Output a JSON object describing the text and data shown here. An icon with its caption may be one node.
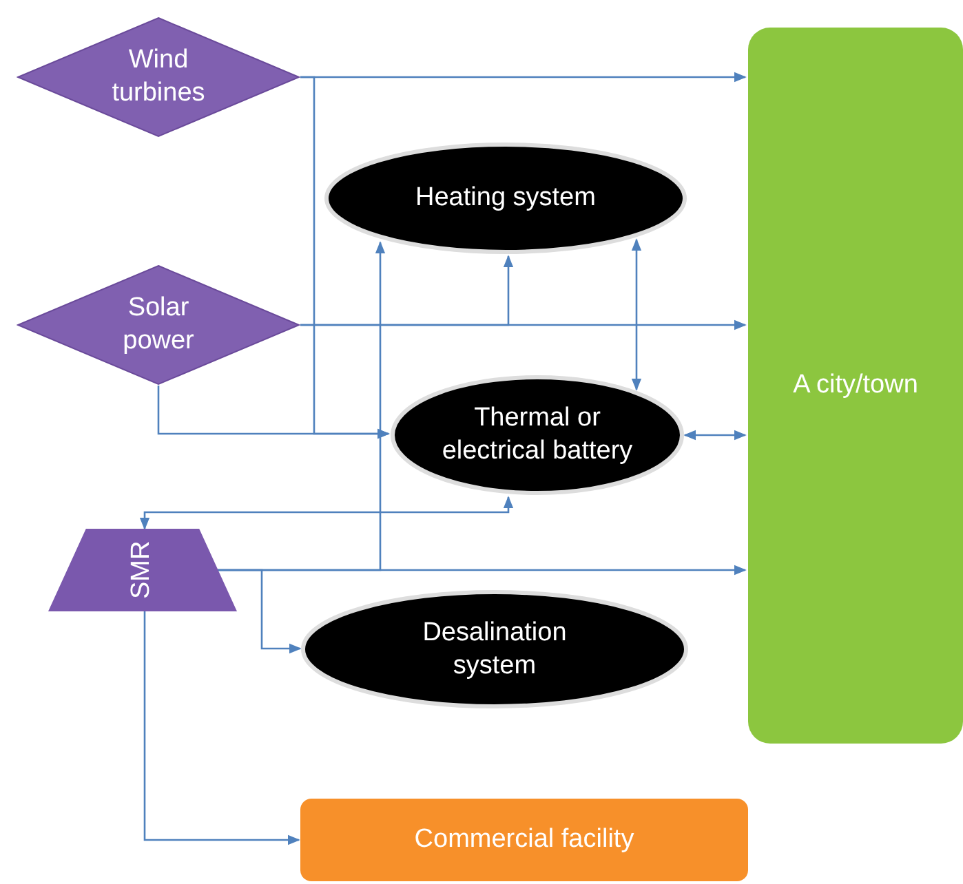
{
  "diagram": {
    "nodes": [
      {
        "text": [
          "Wind turbines"
        ]
      },
      {
        "text": [
          "Heating system"
        ]
      },
      {
        "text": [
          "Solar power"
        ]
      },
      {
        "text": [
          "Thermal or electrical battery"
        ]
      },
      {
        "text": [
          "SMR"
        ]
      },
      {
        "text": [
          "Desalination system"
        ]
      },
      {
        "text": [
          "A city/town"
        ]
      },
      {
        "text": [
          "Commercial facility"
        ]
      }
    ],
    "edges": [
      {
        "from": 0,
        "to": 6,
        "arrow": "to"
      },
      {
        "from": 0,
        "to": 3,
        "arrow": "to"
      },
      {
        "from": 2,
        "to": 6,
        "arrow": "to"
      },
      {
        "from": 2,
        "to": 3,
        "arrow": "to"
      },
      {
        "from": 2,
        "to": 1,
        "arrow": "to"
      },
      {
        "from": 4,
        "to": 1,
        "arrow": "to"
      },
      {
        "from": 1,
        "to": 3,
        "arrow": "both"
      },
      {
        "from": 3,
        "to": 6,
        "arrow": "both"
      },
      {
        "from": 4,
        "to": 3,
        "arrow": "both"
      },
      {
        "from": 4,
        "to": 6,
        "arrow": "to"
      },
      {
        "from": 4,
        "to": 5,
        "arrow": "to"
      },
      {
        "from": 4,
        "to": 7,
        "arrow": "to"
      }
    ]
  }
}
